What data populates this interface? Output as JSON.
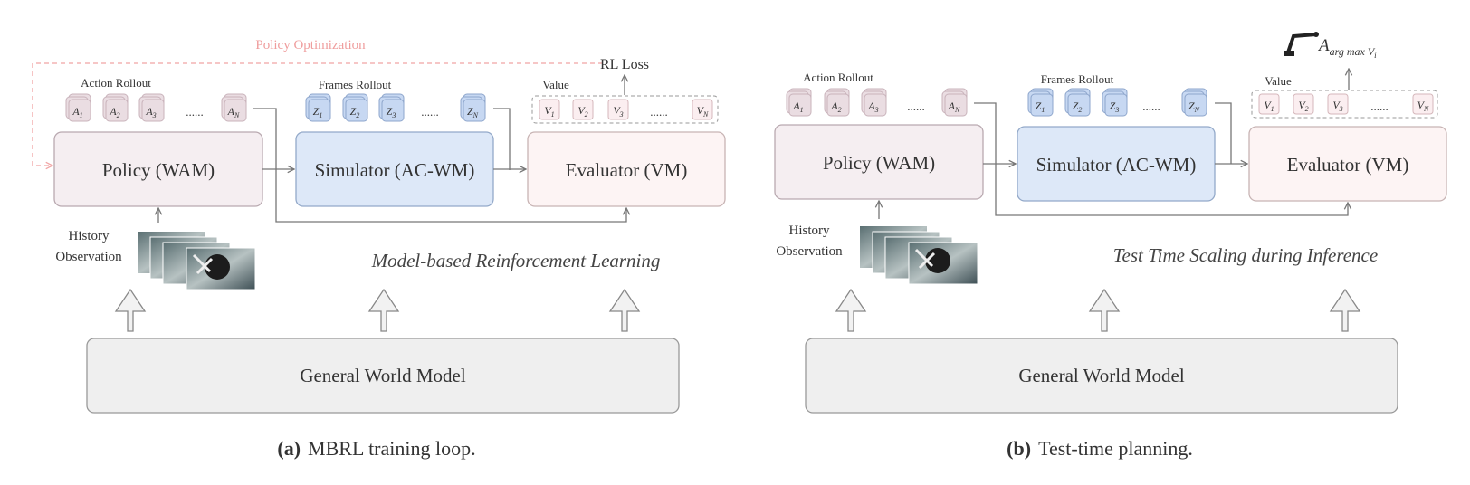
{
  "panel_a": {
    "policy_optimization": "Policy Optimization",
    "rl_loss": "RL Loss",
    "action_rollout": "Action Rollout",
    "frames_rollout": "Frames Rollout",
    "value": "Value",
    "policy": "Policy (WAM)",
    "simulator": "Simulator (AC-WM)",
    "evaluator": "Evaluator (VM)",
    "history_1": "History",
    "history_2": "Observation",
    "method": "Model-based Reinforcement Learning",
    "base": "General World Model",
    "caption_tag": "(a)",
    "caption_text": "MBRL training loop."
  },
  "panel_b": {
    "action_rollout": "Action Rollout",
    "frames_rollout": "Frames Rollout",
    "value": "Value",
    "policy": "Policy (WAM)",
    "simulator": "Simulator (AC-WM)",
    "evaluator": "Evaluator (VM)",
    "history_1": "History",
    "history_2": "Observation",
    "method": "Test Time Scaling during Inference",
    "base": "General World Model",
    "argmax_a": "A",
    "argmax_sub": "arg max V",
    "argmax_i": "i",
    "caption_tag": "(b)",
    "caption_text": "Test-time planning."
  },
  "tokens": {
    "ellipsis": "......",
    "a_letter": "A",
    "z_letter": "Z",
    "v_letter": "V",
    "sub_1": "1",
    "sub_2": "2",
    "sub_3": "3",
    "sub_n": "N"
  },
  "colors": {
    "policy_fill": "#f5eef1",
    "policy_stroke": "#b9a9b0",
    "sim_fill": "#dde8f8",
    "sim_stroke": "#93a9c9",
    "eval_fill": "#fdf4f4",
    "eval_stroke": "#c8b4b4",
    "base_fill": "#efefef",
    "base_stroke": "#999999",
    "a_chip": "#eadde2",
    "z_chip": "#c7d8f2",
    "v_chip": "#fbeef0",
    "dashed_pink": "#f0a5a5"
  }
}
